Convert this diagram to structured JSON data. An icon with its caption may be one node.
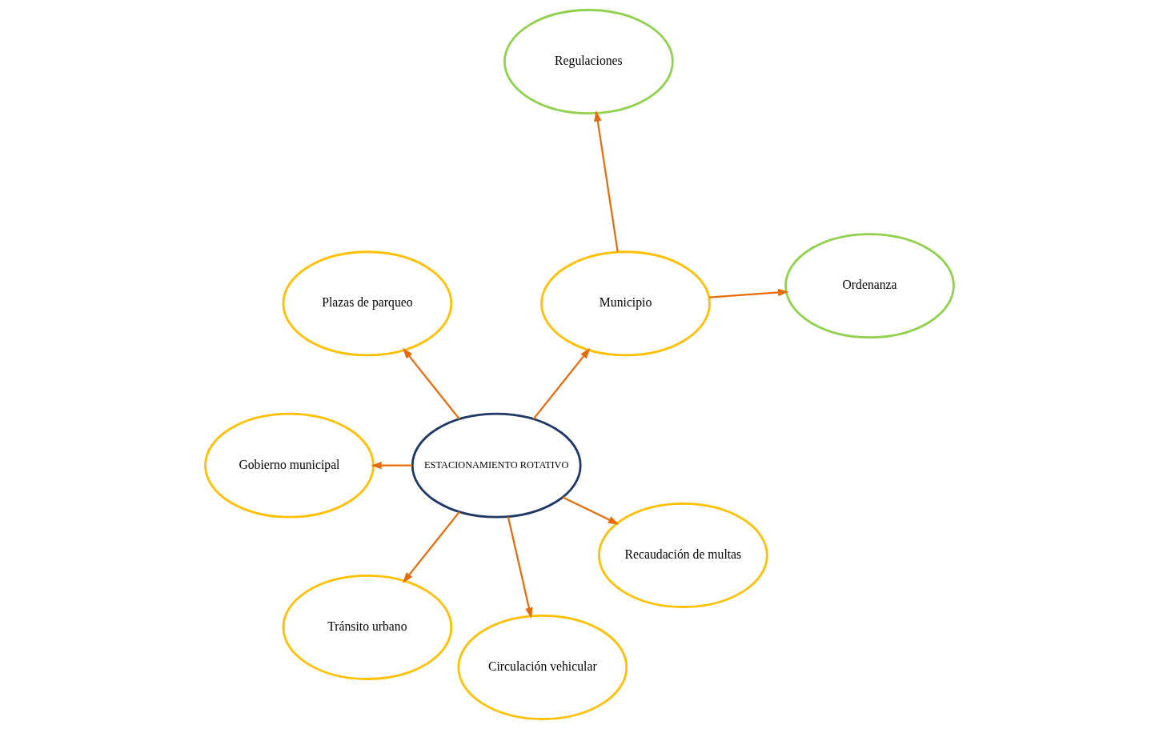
{
  "diagram": {
    "nodes": [
      {
        "text": [
          "Ordenanza"
        ]
      },
      {
        "text": [
          "Regulaciones"
        ]
      },
      {
        "text": [
          "Municipio"
        ]
      },
      {
        "text": [
          "Plazas de parqueo"
        ]
      },
      {
        "text": [
          "Gobierno municipal"
        ]
      },
      {
        "text": [
          "Tránsito urbano"
        ]
      },
      {
        "text": [
          "ESTACIONAMIENTO ROTATIVO"
        ]
      },
      {
        "text": [
          "Circulación vehicular"
        ]
      },
      {
        "text": [
          "Recaudación de multas"
        ]
      }
    ],
    "edges": [
      {
        "from": 6,
        "to": 2,
        "arrow": "to"
      },
      {
        "from": 6,
        "to": 3,
        "arrow": "to"
      },
      {
        "from": 6,
        "to": 4,
        "arrow": "to"
      },
      {
        "from": 6,
        "to": 5,
        "arrow": "to"
      },
      {
        "from": 6,
        "to": 7,
        "arrow": "to"
      },
      {
        "from": 6,
        "to": 8,
        "arrow": "to"
      },
      {
        "from": 2,
        "to": 0,
        "arrow": "to"
      },
      {
        "from": 2,
        "to": 1,
        "arrow": "to"
      }
    ]
  }
}
